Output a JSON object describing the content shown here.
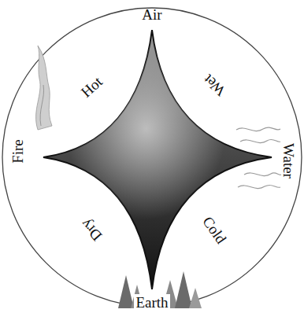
{
  "diagram": {
    "labels": [
      "Air",
      "Hot",
      "Wet",
      "Fire",
      "Water",
      "Dry",
      "Cold",
      "Earth"
    ]
  }
}
